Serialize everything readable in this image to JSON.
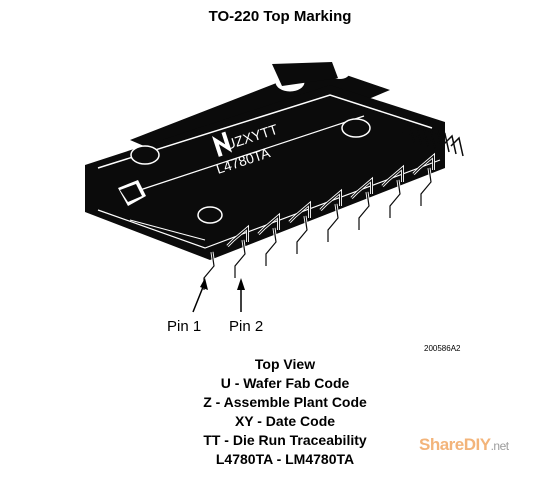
{
  "title": "TO-220 Top Marking",
  "chip": {
    "line1": "UZXYTT",
    "line2": "L4780TA"
  },
  "pins": {
    "pin1": "Pin 1",
    "pin2": "Pin 2"
  },
  "figure_id": "200586A2",
  "legend": [
    "Top View",
    "U - Wafer Fab Code",
    "Z - Assemble Plant Code",
    "XY - Date Code",
    "TT - Die Run Traceability",
    "L4780TA - LM4780TA"
  ],
  "watermark": {
    "main": "ShareDIY",
    "suffix": ".net"
  },
  "colors": {
    "package": "#0b0b0b",
    "leads": "#ffffff",
    "watermark": "#f3b47a"
  }
}
